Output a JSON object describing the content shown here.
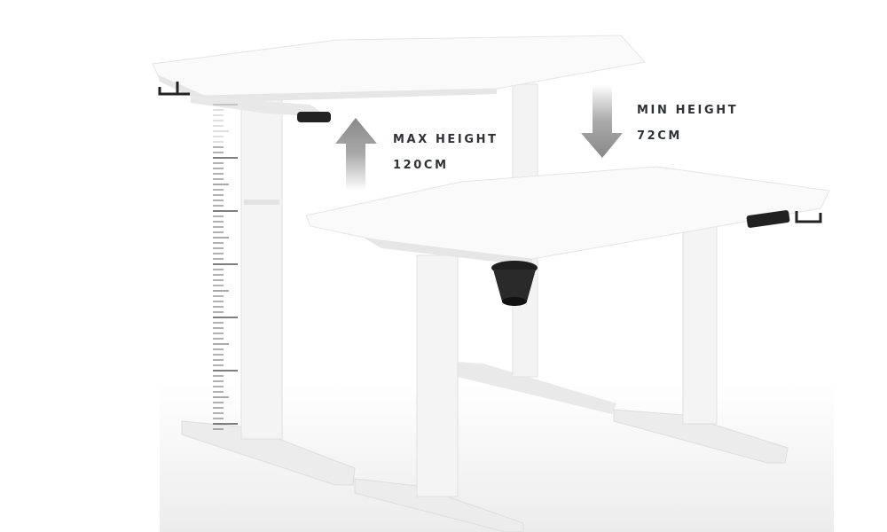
{
  "max_label": {
    "title": "MAX HEIGHT",
    "value": "120CM"
  },
  "min_label": {
    "title": "MIN HEIGHT",
    "value": "72CM"
  },
  "colors": {
    "desk": "#f7f7f7",
    "shade": "#dedede",
    "text": "#2f3338",
    "arrow": "#8a8a8a"
  }
}
